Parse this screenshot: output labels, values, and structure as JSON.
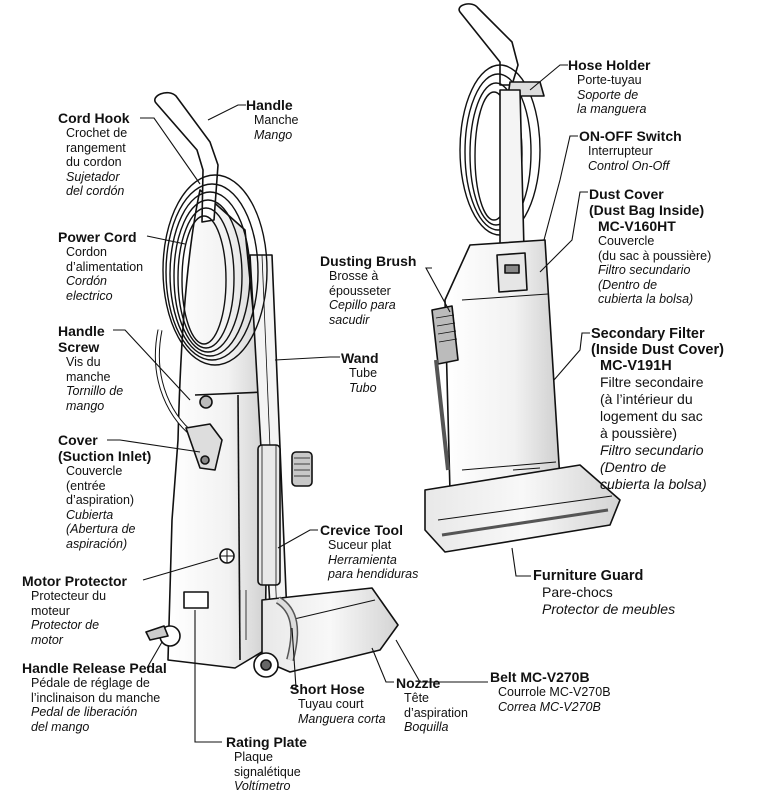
{
  "labels": {
    "handle": {
      "title": "Handle",
      "fr": "Manche",
      "es": "Mango"
    },
    "cord_hook": {
      "title": "Cord Hook",
      "fr": [
        "Crochet de",
        "rangement",
        "du cordon"
      ],
      "es": [
        "Sujetador",
        "del cordón"
      ]
    },
    "power_cord": {
      "title": "Power Cord",
      "fr": [
        "Cordon",
        "d’alimentation"
      ],
      "es": [
        "Cordón",
        "electrico"
      ]
    },
    "handle_screw": {
      "title": [
        "Handle",
        "Screw"
      ],
      "fr": [
        "Vis du",
        "manche"
      ],
      "es": [
        "Tornillo de",
        "mango"
      ]
    },
    "cover": {
      "title": [
        "Cover",
        "(Suction Inlet)"
      ],
      "fr": [
        "Couvercle",
        "(entrée",
        "d’aspiration)"
      ],
      "es": [
        "Cubierta",
        "(Abertura de",
        "aspiración)"
      ]
    },
    "motor_protector": {
      "title": "Motor Protector",
      "fr": [
        "Protecteur du",
        "moteur"
      ],
      "es": [
        "Protector de",
        "motor"
      ]
    },
    "handle_release_pedal": {
      "title": "Handle Release Pedal",
      "fr": [
        "Pédale de réglage de",
        "l’inclinaison du manche"
      ],
      "es": [
        "Pedal de liberación",
        "del mango"
      ]
    },
    "rating_plate": {
      "title": "Rating Plate",
      "fr": [
        "Plaque",
        "signalétique"
      ],
      "es": "Voltímetro"
    },
    "short_hose": {
      "title": "Short Hose",
      "fr": "Tuyau court",
      "es": "Manguera corta"
    },
    "nozzle": {
      "title": "Nozzle",
      "fr": [
        "Tête",
        "d’aspiration"
      ],
      "es": "Boquilla"
    },
    "belt": {
      "title": "Belt MC-V270B",
      "fr": "Courrole MC-V270B",
      "es": "Correa MC-V270B"
    },
    "crevice_tool": {
      "title": "Crevice Tool",
      "fr": "Suceur plat",
      "es": [
        "Herramienta",
        "para hendiduras"
      ]
    },
    "wand": {
      "title": "Wand",
      "fr": "Tube",
      "es": "Tubo"
    },
    "dusting_brush": {
      "title": "Dusting Brush",
      "fr": [
        "Brosse à",
        "épousseter"
      ],
      "es": [
        "Cepillo para",
        "sacudir"
      ]
    },
    "hose_holder": {
      "title": "Hose Holder",
      "fr": "Porte-tuyau",
      "es": [
        "Soporte de",
        "la manguera"
      ]
    },
    "on_off_switch": {
      "title": "ON-OFF Switch",
      "fr": "Interrupteur",
      "es": "Control On-Off"
    },
    "dust_cover": {
      "title": [
        "Dust Cover",
        "(Dust Bag Inside)",
        "MC-V160HT"
      ],
      "fr": [
        "Couvercle",
        "(du sac à poussière)"
      ],
      "es": [
        "Filtro secundario",
        "(Dentro de",
        "cubierta la bolsa)"
      ]
    },
    "secondary_filter": {
      "title": [
        "Secondary Filter",
        "(Inside Dust Cover)",
        "MC-V191H"
      ],
      "fr": [
        "Filtre secondaire",
        "(à l’intérieur du",
        "logement du sac",
        "à poussière)"
      ],
      "es": [
        "Filtro secundario",
        "(Dentro de",
        "cubierta la bolsa)"
      ]
    },
    "furniture_guard": {
      "title": "Furniture Guard",
      "fr": "Pare-chocs",
      "es": "Protector de meubles"
    }
  }
}
